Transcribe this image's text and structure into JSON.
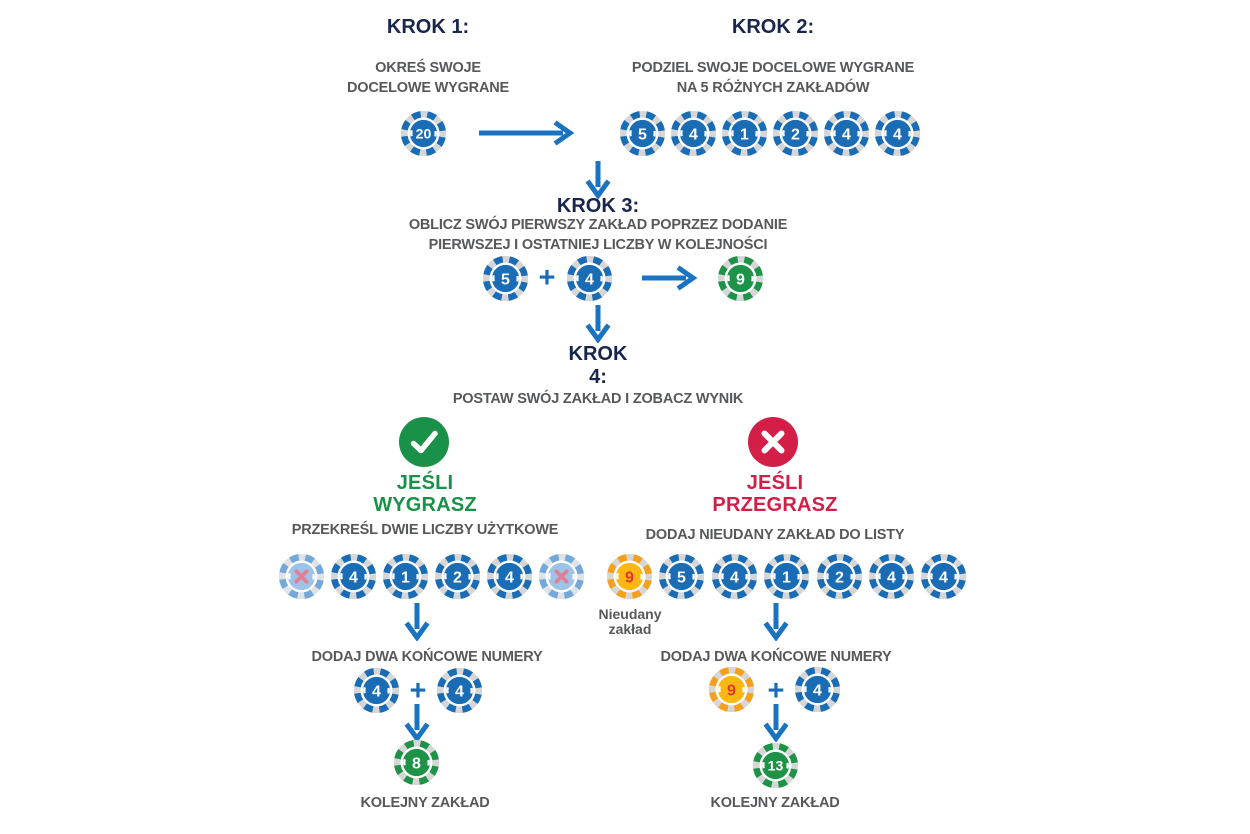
{
  "colors": {
    "navy": "#18254c",
    "gray": "#57585a",
    "blue": "#1a6cb4",
    "arrow": "#1973c0",
    "green": "#1a9148",
    "red": "#d31e47"
  },
  "chip_styles": {
    "blue": {
      "base": "#d6d6d6",
      "dash": "#1a6cb4",
      "inner": "#1a6cb4",
      "num": "#ffffff"
    },
    "green": {
      "base": "#d6d6d6",
      "dash": "#1e9348",
      "inner": "#1e9348",
      "num": "#ffffff"
    },
    "yellow": {
      "base": "#d6d6d6",
      "dash": "#f5a01d",
      "inner": "#fdb713",
      "num": "#e23430"
    },
    "faded": {
      "base": "#dfe3e8",
      "dash": "#73a9d9",
      "inner": "#9dc4e6",
      "num": "#e07f95"
    }
  },
  "steps": {
    "step1": {
      "title": "KROK 1:",
      "subtitle": "OKREŚ SWOJE\nDOCELOWE WYGRANE",
      "chip": {
        "value": "20",
        "style": "blue"
      }
    },
    "step2": {
      "title": "KROK 2:",
      "subtitle": "PODZIEL SWOJE DOCELOWE WYGRANE\nNA 5 RÓŻNYCH ZAKŁADÓW",
      "chips": [
        {
          "value": "5",
          "style": "blue"
        },
        {
          "value": "4",
          "style": "blue"
        },
        {
          "value": "1",
          "style": "blue"
        },
        {
          "value": "2",
          "style": "blue"
        },
        {
          "value": "4",
          "style": "blue"
        },
        {
          "value": "4",
          "style": "blue"
        }
      ]
    },
    "step3": {
      "title": "KROK 3:",
      "subtitle": "OBLICZ SWÓJ PIERWSZY ZAKŁAD POPRZEZ DODANIE\nPIERWSZEJ I OSTATNIEJ LICZBY W KOLEJNOŚCI",
      "operands": [
        {
          "value": "5",
          "style": "blue"
        },
        {
          "value": "4",
          "style": "blue"
        }
      ],
      "plus": "+",
      "result": {
        "value": "9",
        "style": "green"
      }
    },
    "step4": {
      "title": "KROK\n4:",
      "subtitle": "POSTAW SWÓJ ZAKŁAD I ZOBACZ WYNIK"
    }
  },
  "win_branch": {
    "heading": "JEŚLI\nWYGRASZ",
    "instruction": "PRZEKREŚL DWIE LICZBY UŻYTKOWE",
    "chips": [
      {
        "mark": "x",
        "style": "faded"
      },
      {
        "value": "4",
        "style": "blue"
      },
      {
        "value": "1",
        "style": "blue"
      },
      {
        "value": "2",
        "style": "blue"
      },
      {
        "value": "4",
        "style": "blue"
      },
      {
        "mark": "x",
        "style": "faded"
      }
    ],
    "add_label": "DODAJ DWA KOŃCOWE NUMERY",
    "operands": [
      {
        "value": "4",
        "style": "blue"
      },
      {
        "value": "4",
        "style": "blue"
      }
    ],
    "plus": "+",
    "result": {
      "value": "8",
      "style": "green"
    },
    "result_label": "KOLEJNY ZAKŁAD"
  },
  "lose_branch": {
    "heading": "JEŚLI\nPRZEGRASZ",
    "instruction": "DODAJ NIEUDANY ZAKŁAD DO LISTY",
    "chips": [
      {
        "value": "9",
        "style": "yellow"
      },
      {
        "value": "5",
        "style": "blue"
      },
      {
        "value": "4",
        "style": "blue"
      },
      {
        "value": "1",
        "style": "blue"
      },
      {
        "value": "2",
        "style": "blue"
      },
      {
        "value": "4",
        "style": "blue"
      },
      {
        "value": "4",
        "style": "blue"
      }
    ],
    "failed_label": "Nieudany\nzakład",
    "add_label": "DODAJ DWA KOŃCOWE NUMERY",
    "operands": [
      {
        "value": "9",
        "style": "yellow"
      },
      {
        "value": "4",
        "style": "blue"
      }
    ],
    "plus": "+",
    "result": {
      "value": "13",
      "style": "green"
    },
    "result_label": "KOLEJNY ZAKŁAD"
  }
}
